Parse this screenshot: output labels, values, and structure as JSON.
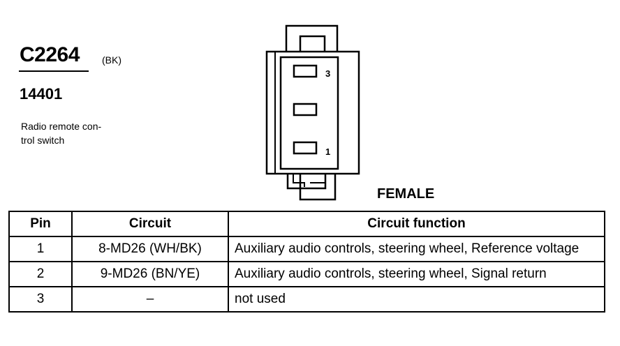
{
  "connector": {
    "code": "C2264",
    "color": "(BK)",
    "part_number": "14401",
    "description": "Radio remote con-\ntrol switch",
    "gender": "FEMALE",
    "pin_labels": {
      "top": "3",
      "bottom": "1"
    }
  },
  "table": {
    "headers": [
      "Pin",
      "Circuit",
      "Circuit function"
    ],
    "rows": [
      {
        "pin": "1",
        "circuit": "8-MD26 (WH/BK)",
        "function": "Auxiliary audio controls, steering wheel, Reference voltage"
      },
      {
        "pin": "2",
        "circuit": "9-MD26 (BN/YE)",
        "function": "Auxiliary audio controls, steering wheel, Signal return"
      },
      {
        "pin": "3",
        "circuit": "–",
        "function": "not used"
      }
    ]
  }
}
